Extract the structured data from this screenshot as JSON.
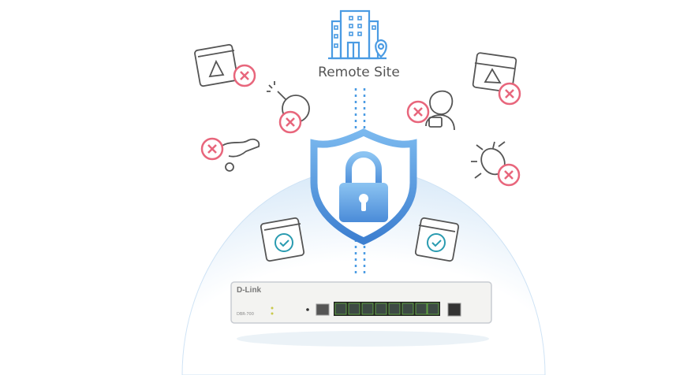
{
  "title": "Remote Site",
  "device": {
    "brand": "D-Link",
    "model": "DBR-700",
    "ports": 8
  },
  "colors": {
    "accent": "#4a90d9",
    "threat": "#e8667c",
    "icon": "#555555",
    "dome": "#e6f1fb"
  },
  "threats": [
    "window-warning-icon",
    "bomb-icon",
    "crash-icon",
    "window-warning-icon",
    "hacker-icon",
    "bug-icon"
  ],
  "allowed": [
    "window-check-icon",
    "window-check-icon"
  ]
}
